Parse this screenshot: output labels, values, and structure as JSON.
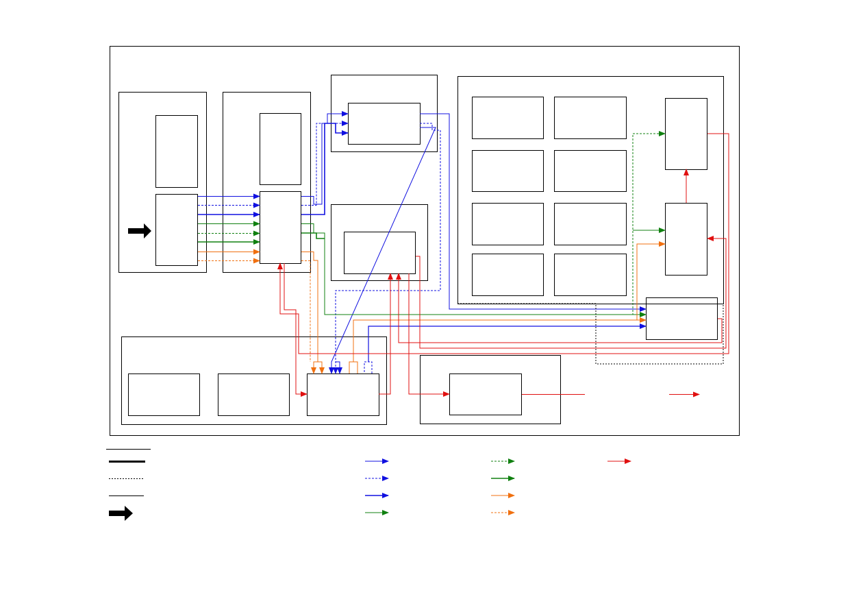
{
  "diagram": {
    "labels": {},
    "colors": {
      "blue": "#1010e0",
      "green": "#108010",
      "orange": "#f07010",
      "red": "#e01010",
      "black": "#000000"
    },
    "legend": {
      "line_styles": [
        "thick-solid",
        "dashed",
        "thin-solid",
        "block-arrow"
      ],
      "arrow_styles": [
        "blue-thin",
        "blue-dashed",
        "blue-thick",
        "green-thin",
        "green-dashed",
        "green-thick",
        "orange-thin",
        "orange-dashed",
        "red-thin"
      ]
    }
  }
}
